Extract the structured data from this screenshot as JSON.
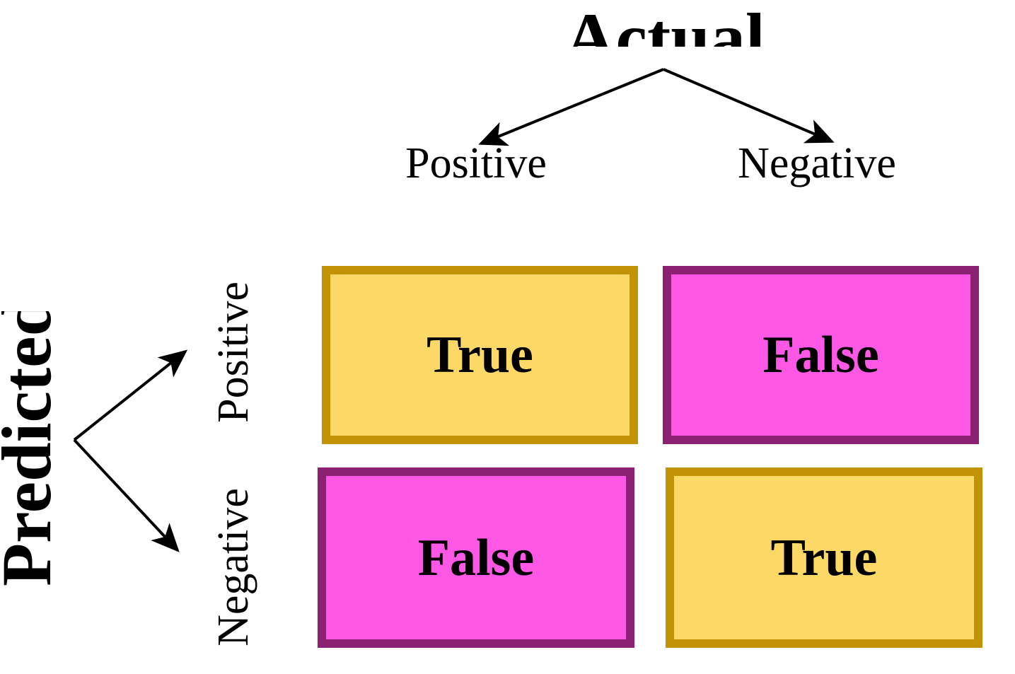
{
  "titles": {
    "actual": "Actual",
    "predicted": "Predicted"
  },
  "columns": {
    "positive": "Positive",
    "negative": "Negative"
  },
  "rows": {
    "positive": "Positive",
    "negative": "Negative"
  },
  "cells": {
    "tp": "True",
    "fp": "False",
    "fn": "False",
    "tn": "True"
  },
  "colors": {
    "true_fill": "#FCD866",
    "true_border": "#C29307",
    "false_fill": "#FC57E5",
    "false_border": "#8C2072",
    "arrow": "#000000"
  }
}
